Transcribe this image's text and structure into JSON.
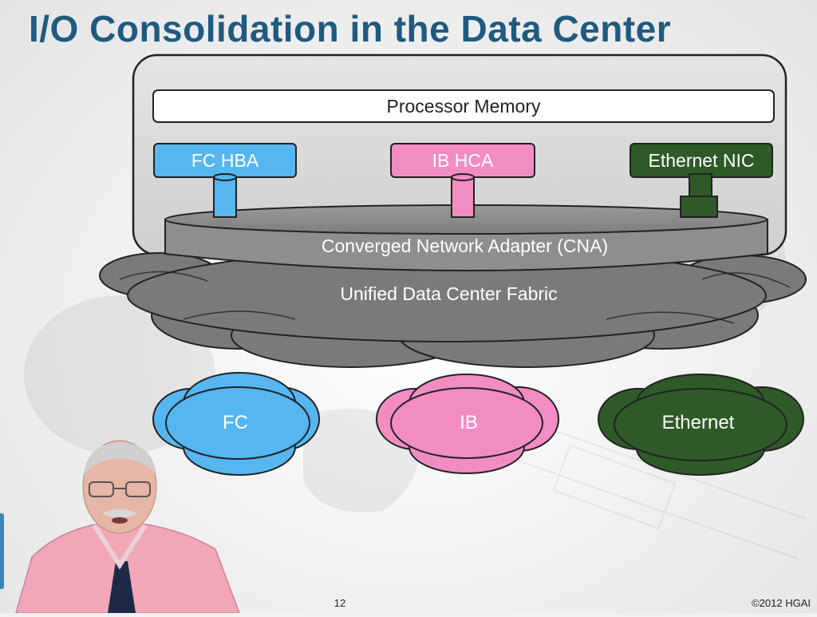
{
  "slide": {
    "title": "I/O Consolidation in the Data Center",
    "page_number": "12",
    "copyright": "©2012 HGAI"
  },
  "diagram": {
    "processor_memory": "Processor Memory",
    "adapters": [
      {
        "label": "FC HBA",
        "color": "#55b6f0"
      },
      {
        "label": "IB HCA",
        "color": "#f28dc4"
      },
      {
        "label": "Ethernet NIC",
        "color": "#2e5a28"
      }
    ],
    "cna_label": "Converged Network Adapter (CNA)",
    "fabric_label": "Unified Data Center Fabric",
    "networks": [
      {
        "label": "FC",
        "color": "#55b6f0"
      },
      {
        "label": "IB",
        "color": "#f28dc4"
      },
      {
        "label": "Ethernet",
        "color": "#2e5a28"
      }
    ],
    "fabric_color": "#777777",
    "server_color": "#d9d9d9"
  },
  "presenter": {
    "shirt_color": "#f2a7b8",
    "tie_color": "#1e2a45"
  }
}
